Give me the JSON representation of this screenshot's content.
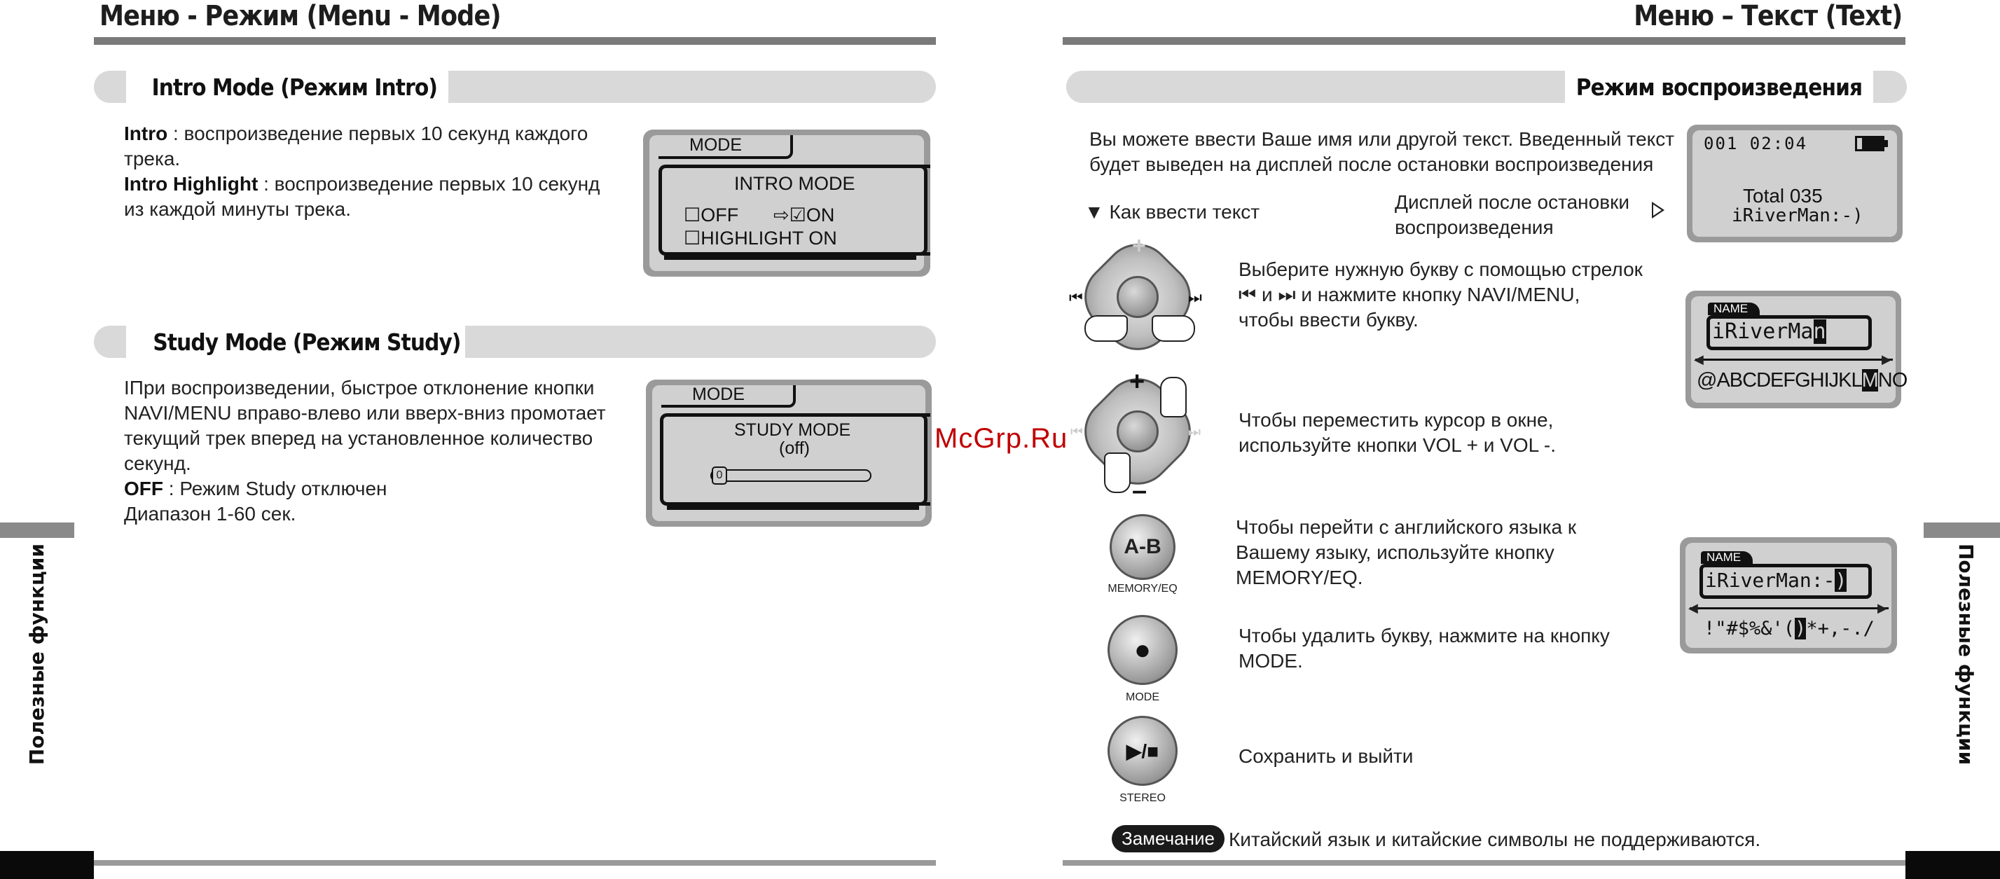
{
  "left_page": {
    "header": "Меню - Режим (Menu - Mode)",
    "side_tab": "Полезные функции",
    "intro_section": {
      "title": "Intro Mode (Режим Intro)",
      "line1_bold": "Intro",
      "line1_rest": " : воспроизведение первых 10 секунд каждого",
      "line2": "трека.",
      "line3_bold": "Intro Highlight",
      "line3_rest": " : воспроизведение первых 10 секунд",
      "line4": "из каждой минуты трека.",
      "lcd": {
        "tab": "MODE",
        "heading": "INTRO MODE",
        "opt_off": "☐OFF",
        "opt_on": "⇨☑ON",
        "opt_highlight": "☐HIGHLIGHT ON"
      }
    },
    "study_section": {
      "title": "Study Mode (Режим Study)",
      "line1": "IПри воспроизведении, быстрое отклонение кнопки",
      "line2": "NAVI/MENU вправо-влево или вверх-вниз промотает",
      "line3": "текущий трек вперед на установленное количество",
      "line4": "секунд.",
      "line5_bold": "OFF",
      "line5_rest": " : Режим Study отключен",
      "line6": "Диапазон 1-60 сек.",
      "lcd": {
        "tab": "MODE",
        "heading": "STUDY MODE",
        "sub": "(off)",
        "slider_label": "0"
      }
    }
  },
  "right_page": {
    "header": "Меню – Текст (Text)",
    "side_tab": "Полезные функции",
    "section_title": "Режим воспроизведения",
    "intro_line1": "Вы можете ввести Ваше имя или другой текст. Введенный текст",
    "intro_line2": "будет выведен на дисплей после остановки воспроизведения",
    "how_to": "▼ Как ввести текст",
    "display_caption_1": "Дисплей после остановки",
    "display_caption_2": "воспроизведения",
    "lcd_stop": {
      "time": "001 02:04",
      "total": "Total 035",
      "name": "iRiverMan:-)"
    },
    "step1": {
      "line1": "Выберите нужную букву с помощью стрелок",
      "line2": "⏮ и ⏭ и нажмите кнопку NAVI/MENU,",
      "line3": "чтобы ввести букву."
    },
    "step2": {
      "line1": "Чтобы переместить курсор в окне,",
      "line2": "используйте кнопки VOL + и VOL -."
    },
    "step3": {
      "line1": "Чтобы перейти с английского языка к",
      "line2": "Вашему языку, используйте кнопку",
      "line3": "MEMORY/EQ."
    },
    "step4": {
      "line1": "Чтобы удалить букву, нажмите на кнопку",
      "line2": "MODE."
    },
    "step5": {
      "line1": "Сохранить и выйти"
    },
    "lcd_name1": {
      "tab": "NAME",
      "value": "iRiverMa",
      "cursor": "n",
      "chars_a": "@ABCDEFGHIJKL",
      "chars_cur": "M",
      "chars_b": "NO"
    },
    "lcd_name2": {
      "tab": "NAME",
      "value": "iRiverMan:-",
      "cursor": ")",
      "chars_a": "!\"#$%&'(",
      "chars_cur": ")",
      "chars_b": "*+,-./"
    },
    "btn_ab": {
      "label": "A-B",
      "caption": "MEMORY/EQ"
    },
    "btn_mode": {
      "label": "●",
      "caption": "MODE"
    },
    "btn_stereo": {
      "label": "▶/■",
      "caption": "STEREO"
    },
    "note_badge": "Замечание",
    "note_text": "Китайский язык и китайские символы не поддерживаются."
  },
  "watermark": "McGrp.Ru"
}
